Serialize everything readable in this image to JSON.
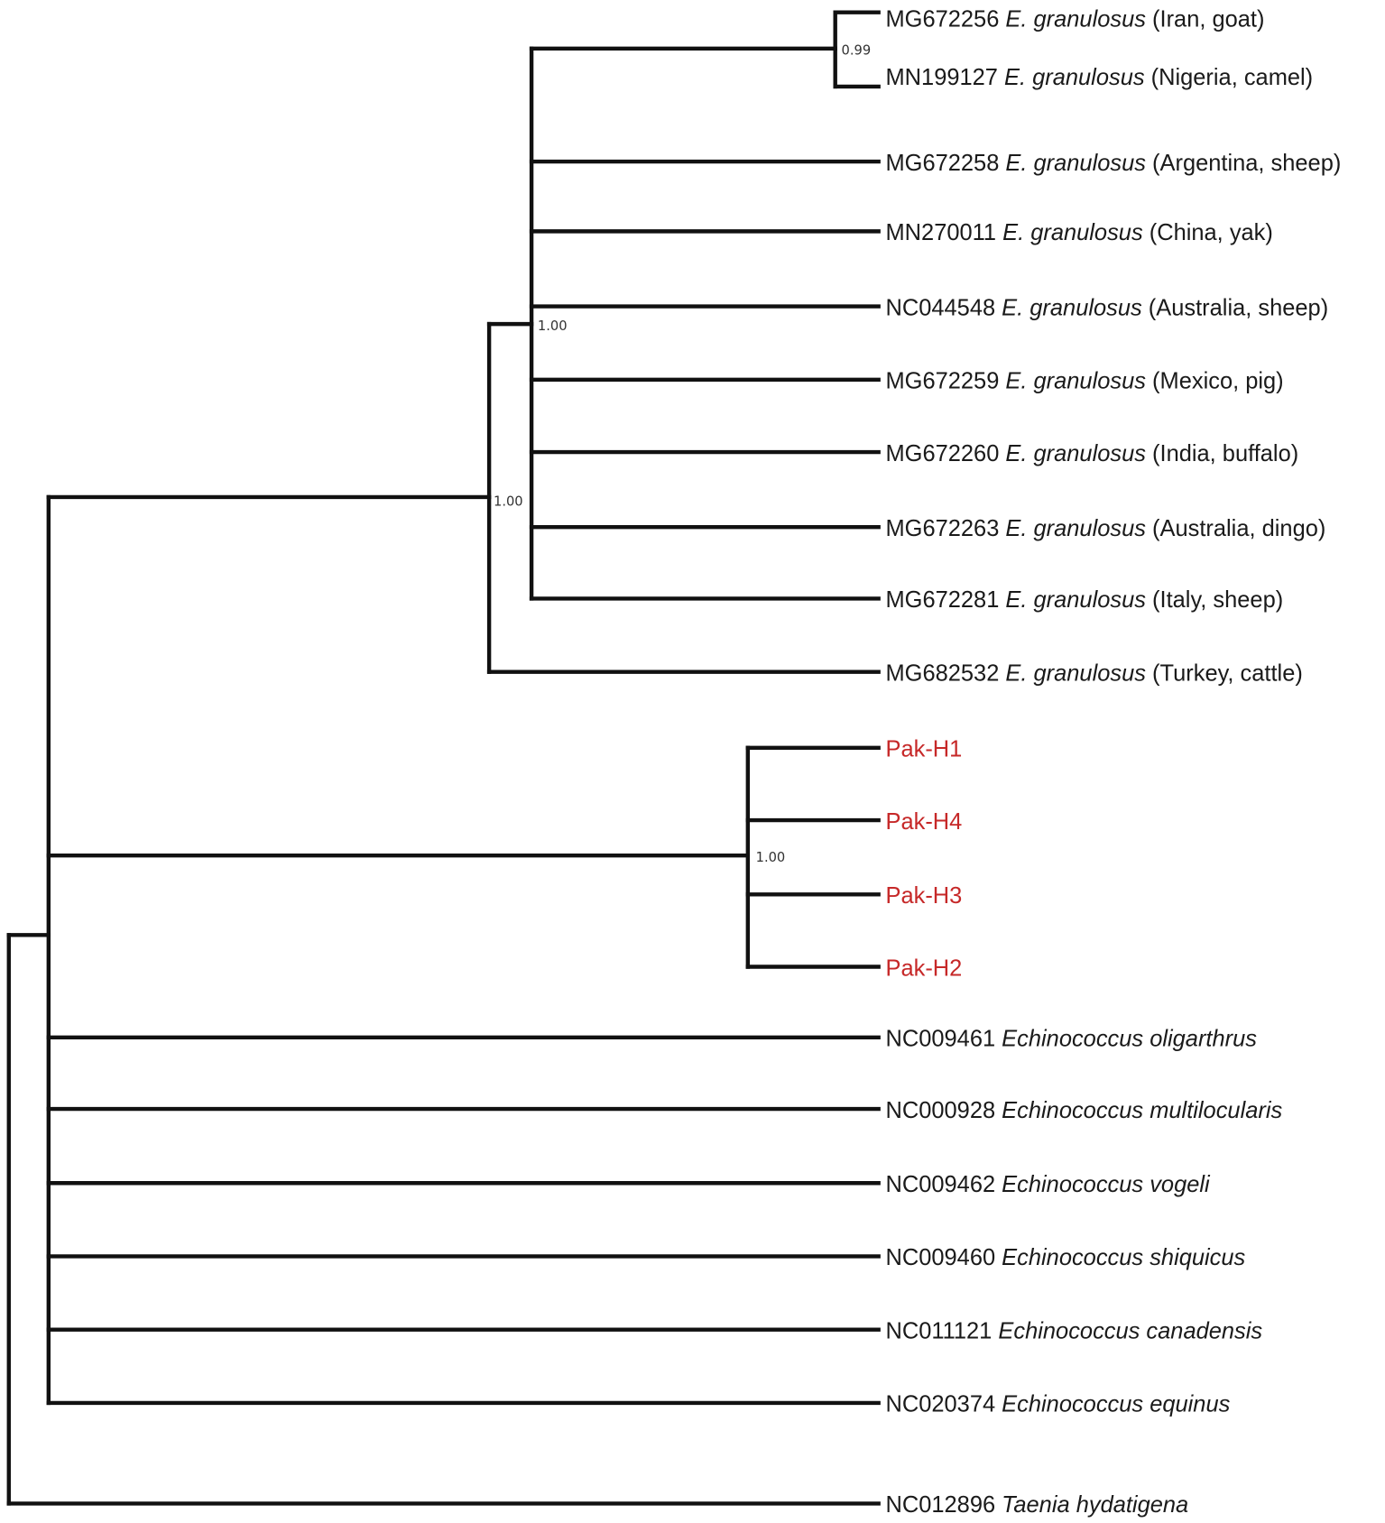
{
  "accent_color": "#c62828",
  "text_color": "#1a1a1a",
  "taxa": {
    "t1": {
      "accession": "MG672256",
      "species": "E. granulosus",
      "origin": "(Iran, goat)"
    },
    "t2": {
      "accession": "MN199127",
      "species": "E. granulosus",
      "origin": "(Nigeria, camel)"
    },
    "t3": {
      "accession": "MG672258",
      "species": "E. granulosus",
      "origin": "(Argentina, sheep)"
    },
    "t4": {
      "accession": "MN270011",
      "species": "E. granulosus",
      "origin": "(China, yak)"
    },
    "t5": {
      "accession": "NC044548",
      "species": "E. granulosus",
      "origin": "(Australia, sheep)"
    },
    "t6": {
      "accession": "MG672259",
      "species": "E. granulosus",
      "origin": "(Mexico, pig)"
    },
    "t7": {
      "accession": "MG672260",
      "species": "E. granulosus",
      "origin": "(India, buffalo)"
    },
    "t8": {
      "accession": "MG672263",
      "species": "E. granulosus",
      "origin": "(Australia, dingo)"
    },
    "t9": {
      "accession": "MG672281",
      "species": "E. granulosus",
      "origin": "(Italy, sheep)"
    },
    "t10": {
      "accession": "MG682532",
      "species": "E. granulosus",
      "origin": "(Turkey, cattle)"
    },
    "t11": {
      "accession": "Pak-H1",
      "species": "",
      "origin": "",
      "highlight": true
    },
    "t12": {
      "accession": "Pak-H4",
      "species": "",
      "origin": "",
      "highlight": true
    },
    "t13": {
      "accession": "Pak-H3",
      "species": "",
      "origin": "",
      "highlight": true
    },
    "t14": {
      "accession": "Pak-H2",
      "species": "",
      "origin": "",
      "highlight": true
    },
    "t15": {
      "accession": "NC009461",
      "species": "Echinococcus oligarthrus",
      "origin": ""
    },
    "t16": {
      "accession": "NC000928",
      "species": "Echinococcus multilocularis",
      "origin": ""
    },
    "t17": {
      "accession": "NC009462",
      "species": "Echinococcus vogeli",
      "origin": ""
    },
    "t18": {
      "accession": "NC009460",
      "species": "Echinococcus shiquicus",
      "origin": ""
    },
    "t19": {
      "accession": "NC011121",
      "species": "Echinococcus canadensis",
      "origin": ""
    },
    "t20": {
      "accession": "NC020374",
      "species": "Echinococcus equinus",
      "origin": ""
    },
    "t21": {
      "accession": "NC012896",
      "species": "Taenia hydatigena",
      "origin": ""
    }
  },
  "support_values": {
    "node_iran_nigeria": "0.99",
    "node_granulosus_core": "1.00",
    "node_granulosus_all": "1.00",
    "node_pak": "1.00"
  }
}
